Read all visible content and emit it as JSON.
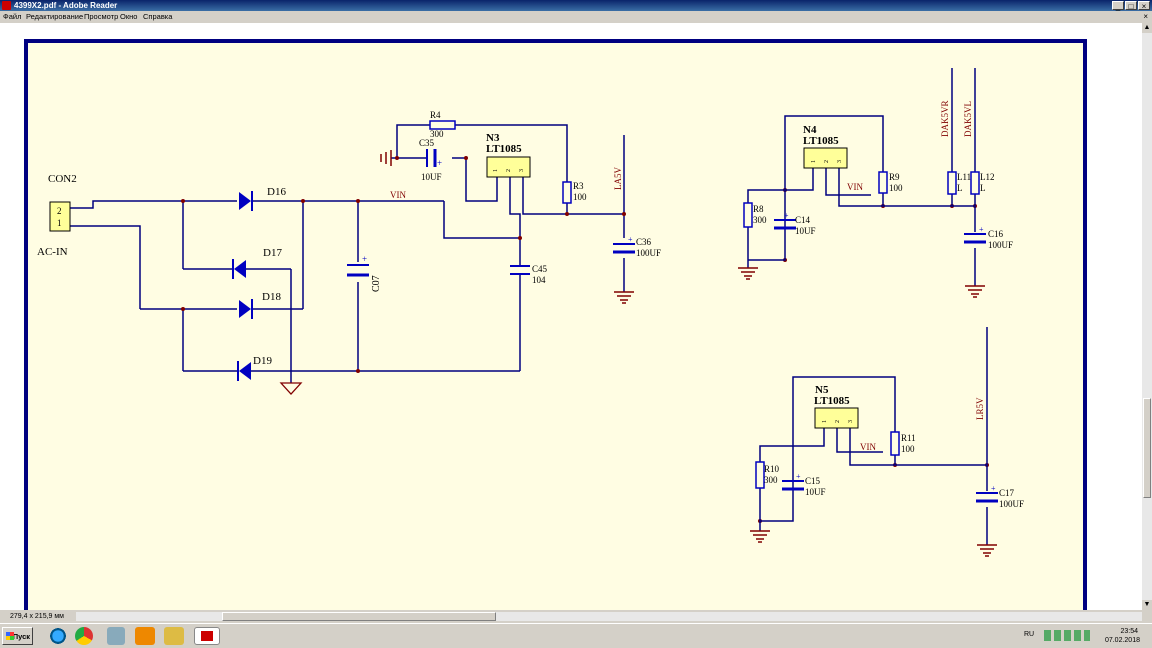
{
  "window": {
    "title": "4399X2.pdf - Adobe Reader",
    "minimize_label": "_",
    "maximize_label": "□",
    "close_label": "×"
  },
  "menu": {
    "items": [
      "Файл",
      "Редактирование",
      "Просмотр",
      "Окно",
      "Справка"
    ],
    "close_doc": "×"
  },
  "schematic": {
    "con2": {
      "ref": "CON2",
      "pin_top": "2",
      "pin_bottom": "1",
      "desc": "AC-IN"
    },
    "diodes": [
      "D16",
      "D17",
      "D18",
      "D19"
    ],
    "vin": "VIN",
    "c07": "C07",
    "r4": {
      "ref": "R4",
      "value": "300"
    },
    "c35": {
      "ref": "C35",
      "value": "10UF"
    },
    "n3": {
      "ref": "N3",
      "part": "LT1085"
    },
    "r3": {
      "ref": "R3",
      "value": "100"
    },
    "la5v": "LA5V",
    "c36": {
      "ref": "C36",
      "value": "100UF"
    },
    "c45": {
      "ref": "C45",
      "value": "104"
    },
    "n4": {
      "ref": "N4",
      "part": "LT1085",
      "vin": "VIN"
    },
    "r8": {
      "ref": "R8",
      "value": "300"
    },
    "c14": {
      "ref": "C14",
      "value": "10UF"
    },
    "r9": {
      "ref": "R9",
      "value": "100"
    },
    "dak5vr": "DAK5VR",
    "dak5vl": "DAK5VL",
    "l11": {
      "ref": "L11",
      "value": "L"
    },
    "l12": {
      "ref": "L12",
      "value": "L"
    },
    "c16": {
      "ref": "C16",
      "value": "100UF"
    },
    "n5": {
      "ref": "N5",
      "part": "LT1085",
      "vin": "VIN"
    },
    "r10": {
      "ref": "R10",
      "value": "300"
    },
    "c15": {
      "ref": "C15",
      "value": "10UF"
    },
    "r11": {
      "ref": "R11",
      "value": "100"
    },
    "lr5v": "LR5V",
    "c17": {
      "ref": "C17",
      "value": "100UF"
    },
    "pin_labels": [
      "1",
      "2",
      "3"
    ]
  },
  "status": {
    "page_size": "279,4 x 215,9 мм"
  },
  "taskbar": {
    "start": "Пуск",
    "lang": "RU",
    "time": "23:54",
    "date": "07.02.2018"
  },
  "colors": {
    "page": "#fffde3",
    "border": "#000080",
    "wire": "#000080",
    "gnd": "#800000",
    "component": "#0000c0",
    "ic_fill": "#ffff99"
  }
}
